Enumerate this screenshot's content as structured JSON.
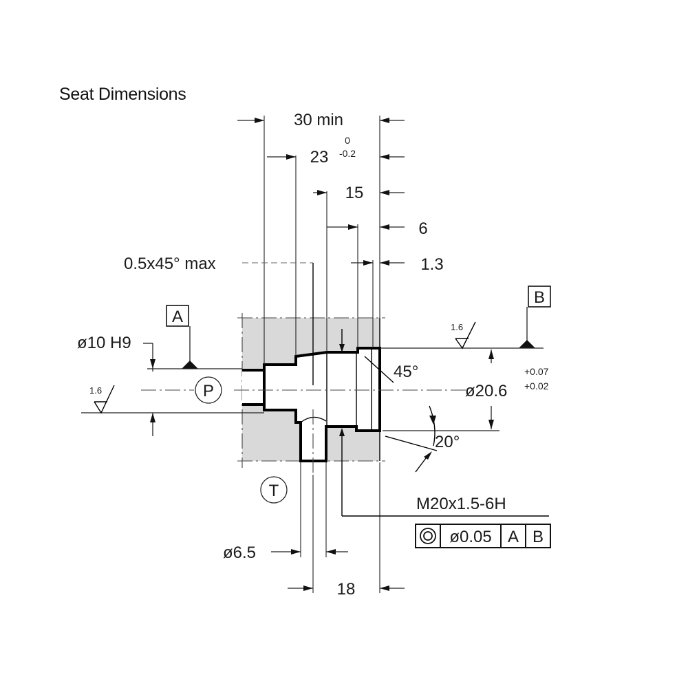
{
  "title": "Seat Dimensions",
  "dimensions": {
    "length_30": "30 min",
    "length_23": "23",
    "length_23_tol_upper": "0",
    "length_23_tol_lower": "-0.2",
    "length_15": "15",
    "length_6": "6",
    "length_1_3": "1.3",
    "chamfer": "0.5x45° max",
    "bore_p": "ø10 H9",
    "diam_20_6": "ø20.6",
    "diam_20_6_tol_upper": "+0.07",
    "diam_20_6_tol_lower": "+0.02",
    "angle_45": "45°",
    "angle_20": "20°",
    "thread": "M20x1.5-6H",
    "diam_t": "ø6.5",
    "length_18": "18"
  },
  "roughness": {
    "left": "1.6",
    "right": "1.6"
  },
  "datums": {
    "a": "A",
    "b": "B"
  },
  "ports": {
    "p": "P",
    "t": "T"
  },
  "tolerance_frame": {
    "symbol": "concentricity-icon",
    "value": "ø0.05",
    "datum1": "A",
    "datum2": "B"
  },
  "colors": {
    "body_fill": "#d9d9d9",
    "line": "#000000"
  }
}
